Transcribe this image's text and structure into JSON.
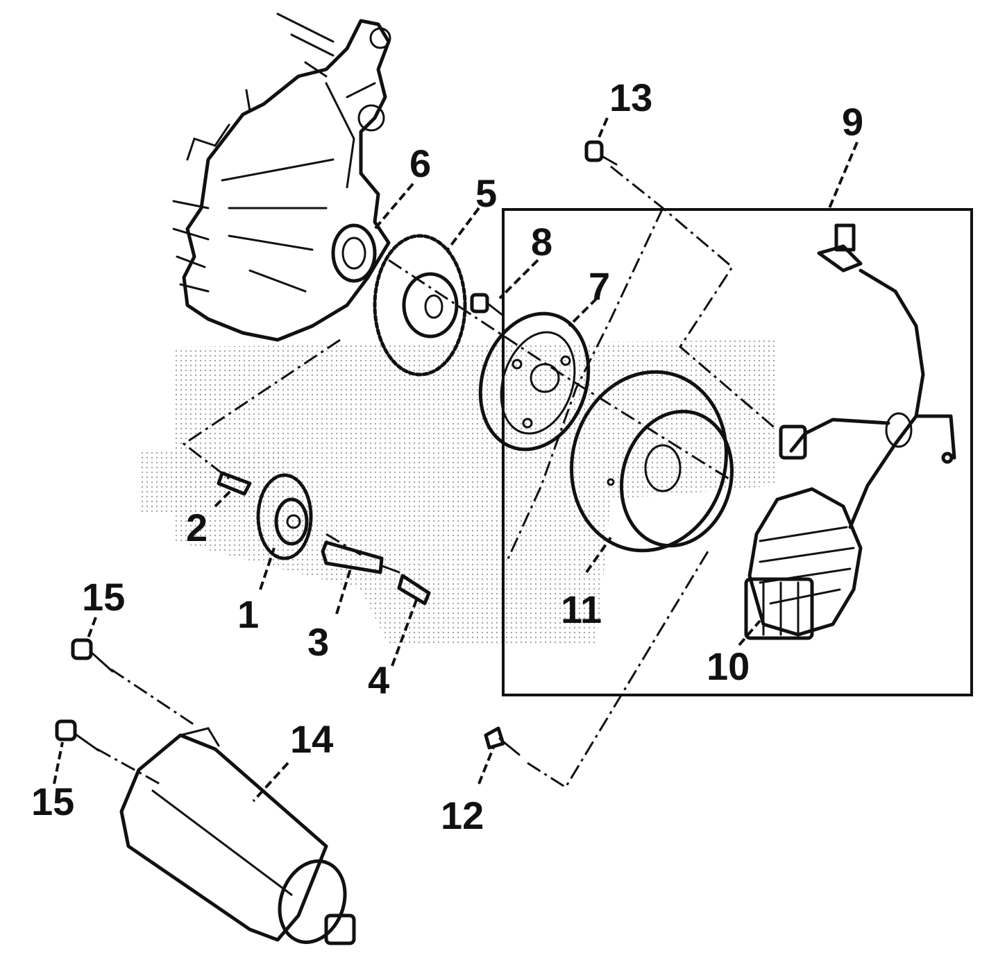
{
  "callouts": {
    "c1": "1",
    "c2": "2",
    "c3": "3",
    "c4": "4",
    "c5": "5",
    "c6": "6",
    "c7": "7",
    "c8": "8",
    "c9": "9",
    "c10": "10",
    "c11": "11",
    "c12": "12",
    "c13": "13",
    "c14": "14",
    "c15a": "15",
    "c15b": "15"
  },
  "colors": {
    "line": "#111111",
    "background": "#ffffff",
    "stipple": "#bdbdbd"
  }
}
